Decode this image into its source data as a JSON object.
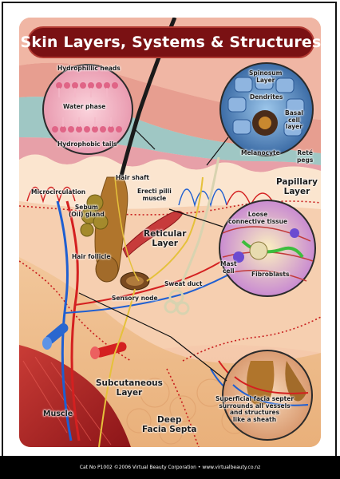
{
  "title": "Skin Layers, Systems & Structures",
  "labels": {
    "hydrophilic_heads": "Hydrophillic heads",
    "water_phase": "Water phase",
    "hydrophobic_tails": "Hydrophobic tails",
    "spinosum_layer_1": "Spinosum",
    "spinosum_layer_2": "Layer",
    "dendrites": "Dendrites",
    "basal_cell_layer_1": "Basal",
    "basal_cell_layer_2": "cell",
    "basal_cell_layer_3": "layer",
    "melanocyte": "Melanocyte",
    "rete_pegs_1": "Reté",
    "rete_pegs_2": "pegs",
    "hair_shaft": "Hair shaft",
    "papillary_layer_1": "Papillary",
    "papillary_layer_2": "Layer",
    "microcirculation": "Microcirculation",
    "erecti_pilli_1": "Erecti pilli",
    "erecti_pilli_2": "muscle",
    "sebum_gland_1": "Sebum",
    "sebum_gland_2": "(Oil) gland",
    "loose_tissue_1": "Loose",
    "loose_tissue_2": "connective tissue",
    "reticular_layer_1": "Reticular",
    "reticular_layer_2": "Layer",
    "hair_follicle": "Hair follicle",
    "mast_cell_1": "Mast",
    "mast_cell_2": "cell",
    "fibroblasts": "Fibroblasts",
    "sensory_node": "Sensory node",
    "sweat_duct": "Sweat duct",
    "subcutaneous_1": "Subcutaneous",
    "subcutaneous_2": "Layer",
    "muscle": "Muscle",
    "deep_facia_1": "Deep",
    "deep_facia_2": "Facia Septa",
    "superficial_facia_1": "Superficial facia septer",
    "superficial_facia_2": "surrounds all vessels",
    "superficial_facia_3": "and structures",
    "superficial_facia_4": "like a sheath"
  },
  "footer": "Cat No P1002 ©2006 Virtual Beauty Corporation • www.virtualbeauty.co.nz",
  "colors": {
    "banner": "#7a1113",
    "epidermis": "#e8a591",
    "dermis": "#f6d0b0",
    "muscle": "#b3262a",
    "artery": "#d42020",
    "vein": "#1f5fd1",
    "footer": "#000000"
  }
}
